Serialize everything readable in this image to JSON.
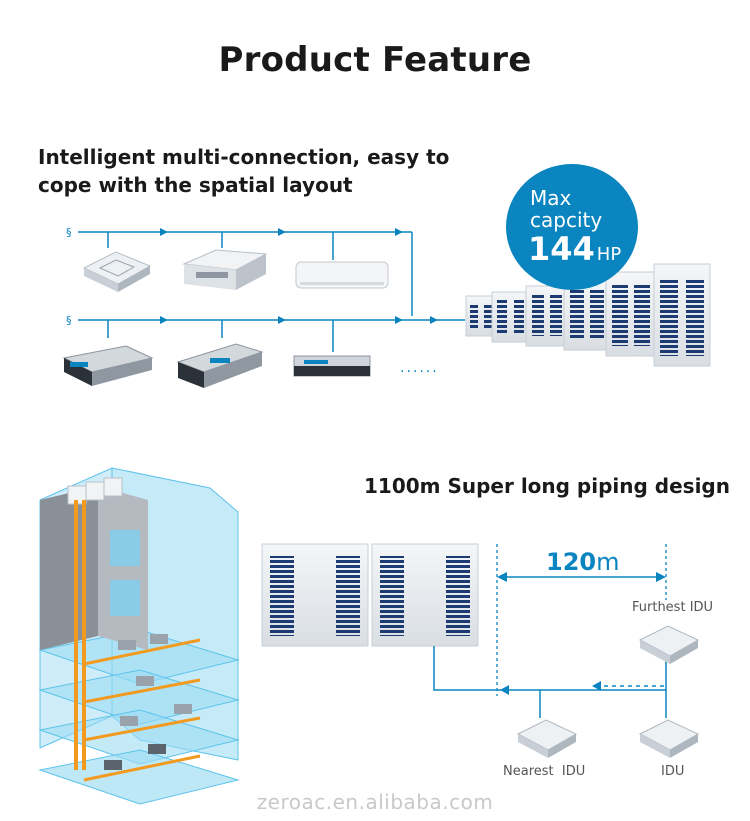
{
  "title": "Product Feature",
  "section_multi": {
    "heading": "Intelligent multi-connection, easy to cope with the spatial layout",
    "ellipsis": "......",
    "capacity_badge": {
      "line1": "Max",
      "line2": "capcity",
      "value": "144",
      "unit": "HP"
    }
  },
  "section_piping": {
    "heading": "1100m Super long piping design",
    "distance_value": "120",
    "distance_unit": "m",
    "furthest_label": "Furthest IDU",
    "nearest_label": "Nearest  IDU",
    "idu_label": "IDU"
  },
  "watermark": "zeroac.en.alibaba.com",
  "colors": {
    "accent_blue": "#0a85bf",
    "pipe_orange": "#f29a1f",
    "building_blue": "#5ec3ea"
  }
}
